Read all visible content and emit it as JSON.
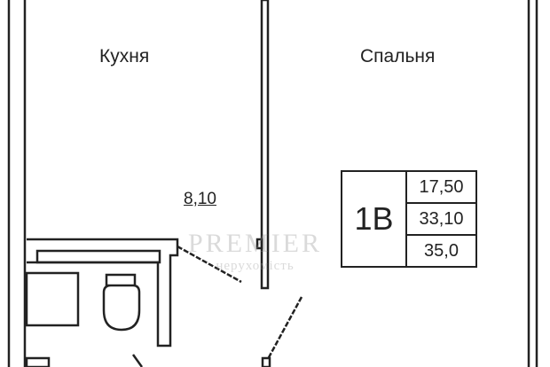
{
  "rooms": {
    "kitchen": "Кухня",
    "bedroom": "Спальня"
  },
  "kitchen_area": "8,10",
  "apartment": {
    "type": "1B",
    "living_area": "17,50",
    "usable_area": "33,10",
    "total_area": "35,0"
  },
  "watermark": {
    "brand": "PREMIER",
    "subtitle": "нерухомість"
  }
}
